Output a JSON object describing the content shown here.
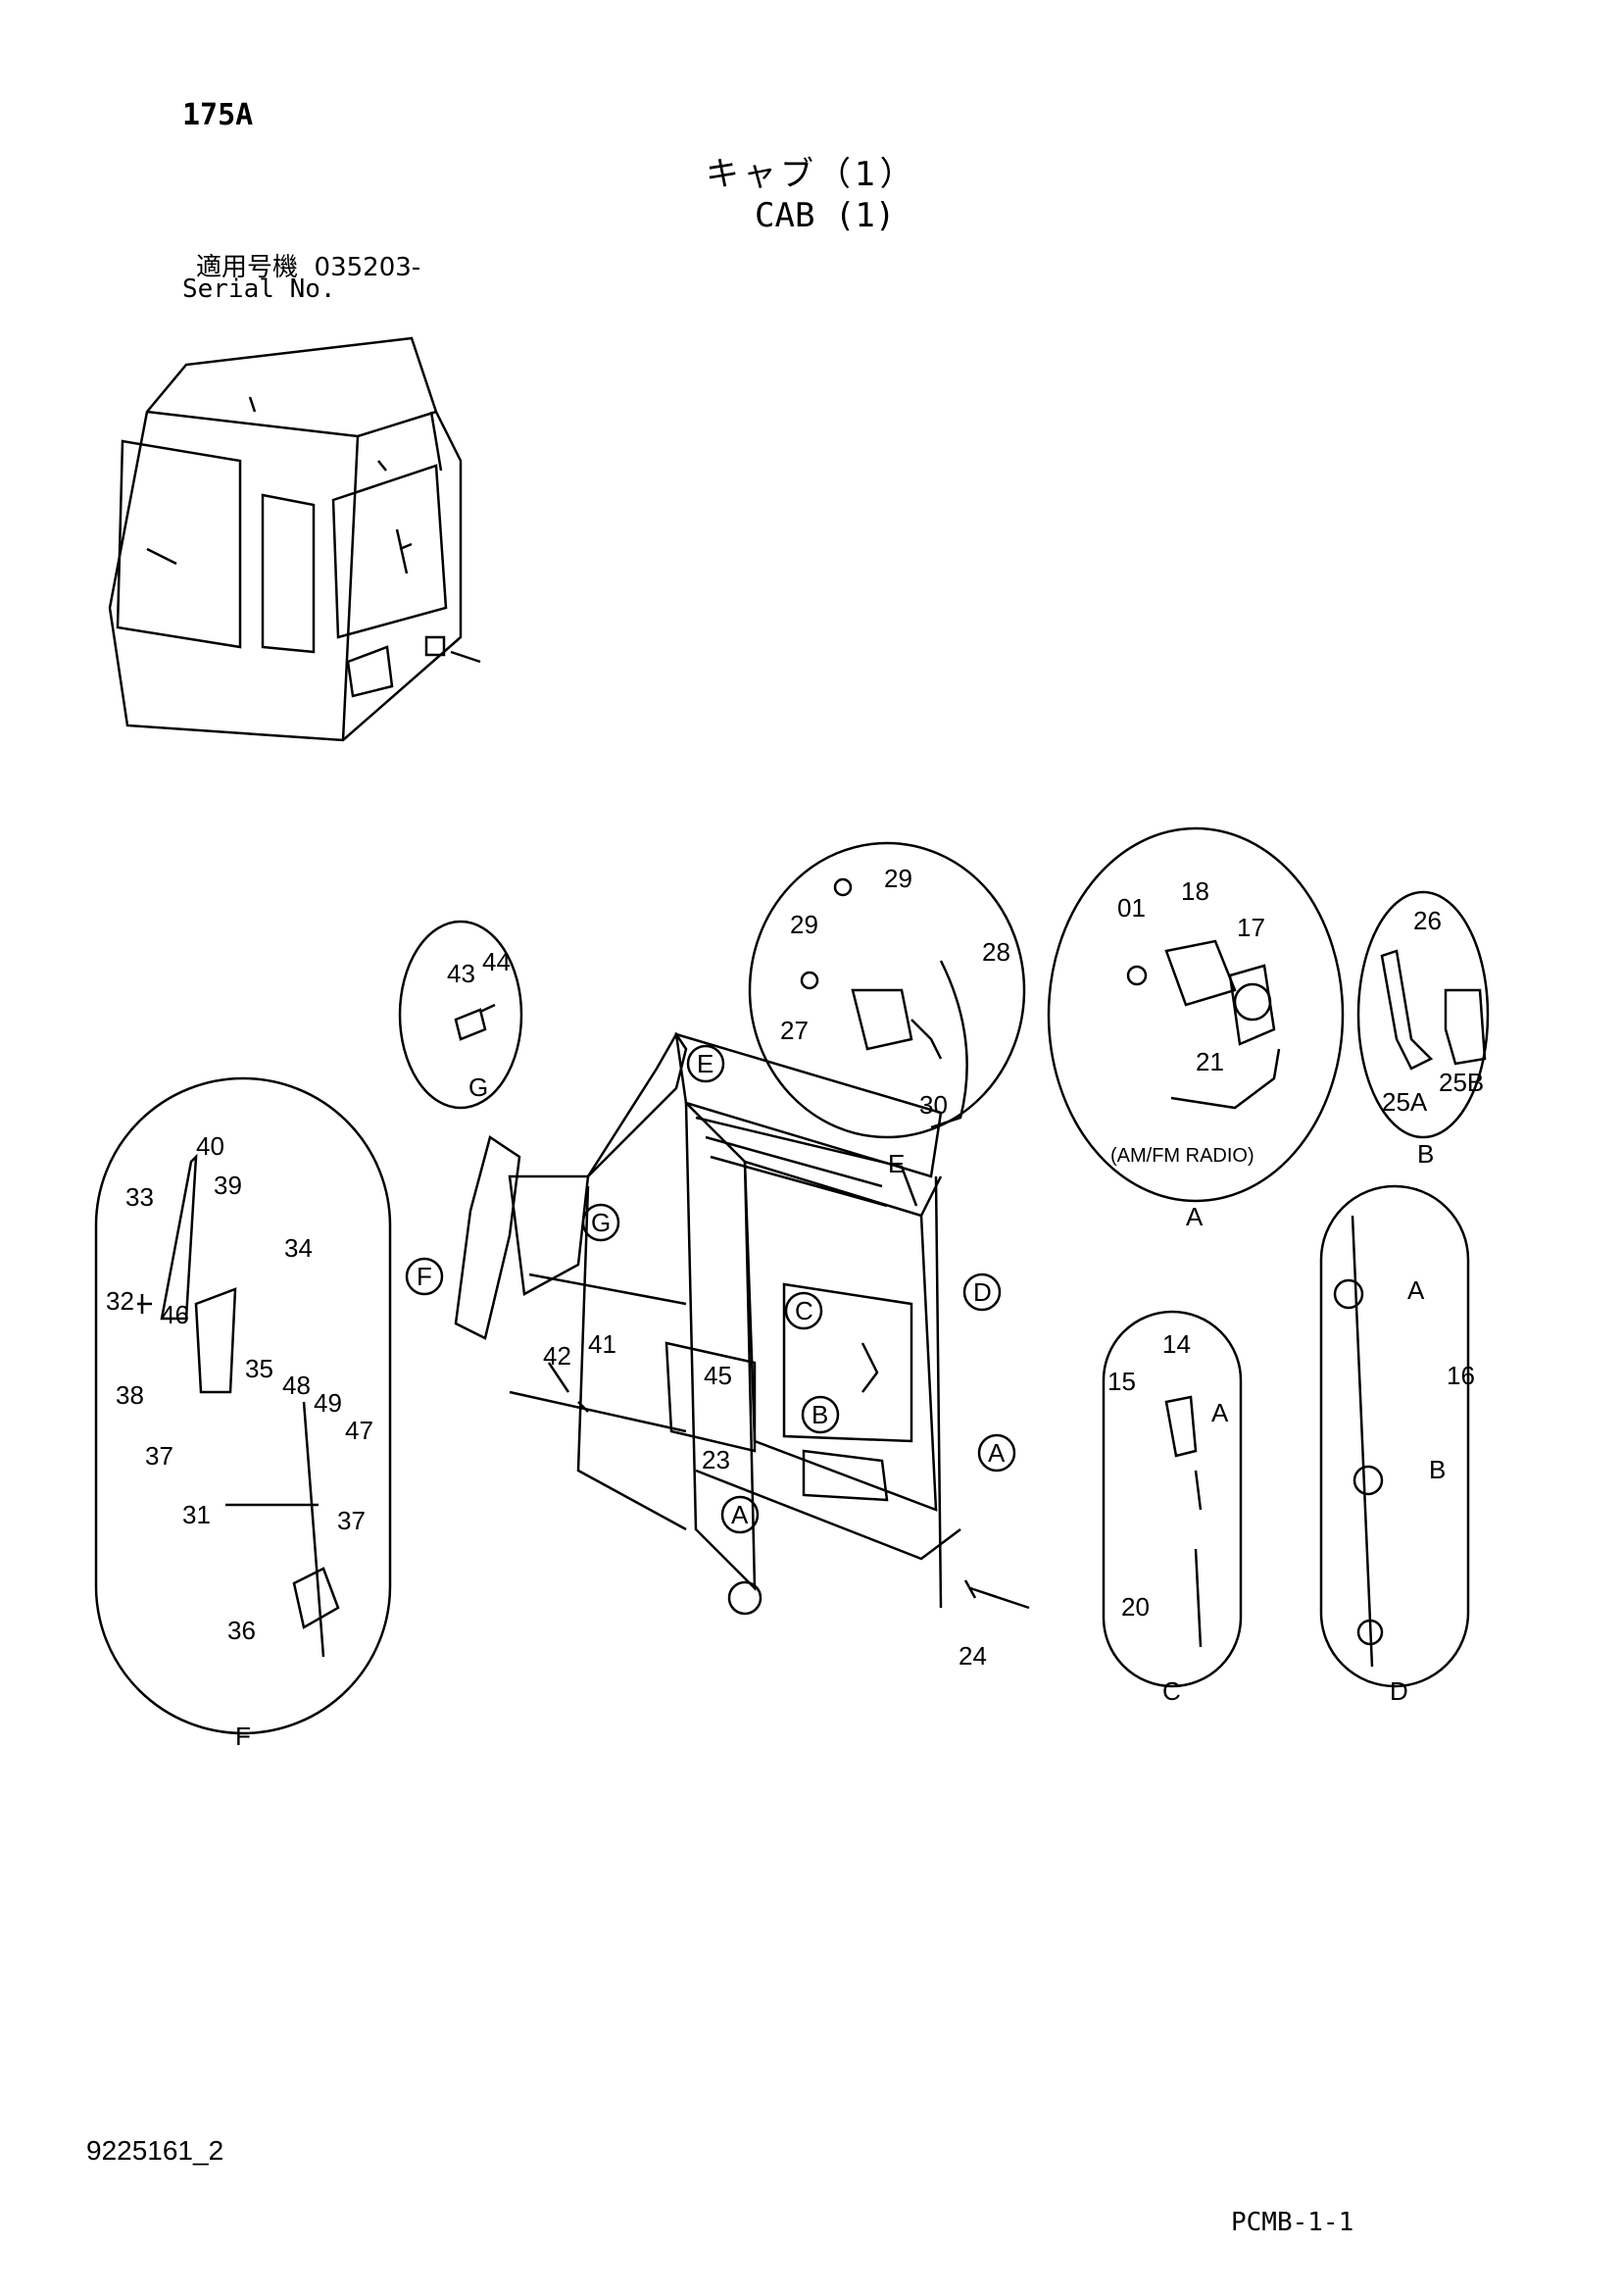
{
  "header": {
    "page_code": "175A",
    "title_jp": "キャブ（1）",
    "title_en": "CAB (1)",
    "serial_label_jp": "適用号機",
    "serial_value": "035203-",
    "serial_label_en": "Serial No."
  },
  "footer": {
    "doc_number": "9225161_2",
    "page_ref": "PCMB-1-1"
  },
  "detail_labels": {
    "A": "A",
    "B": "B",
    "C": "C",
    "D": "D",
    "E": "E",
    "F": "F",
    "G": "G"
  },
  "radio_note": "(AM/FM RADIO)",
  "callouts": {
    "main": [
      "23",
      "24",
      "41",
      "42",
      "45"
    ],
    "detail_g": [
      "43",
      "44"
    ],
    "detail_e": [
      "29",
      "29",
      "27",
      "28",
      "30"
    ],
    "detail_a": [
      "01",
      "18",
      "17",
      "21"
    ],
    "detail_b": [
      "26",
      "25A",
      "25B"
    ],
    "detail_f": [
      "40",
      "39",
      "33",
      "34",
      "32",
      "46",
      "35",
      "38",
      "48",
      "49",
      "37",
      "47",
      "31",
      "37",
      "36"
    ],
    "detail_c": [
      "14",
      "15",
      "A",
      "20"
    ],
    "detail_d": [
      "A",
      "16",
      "B"
    ]
  },
  "main_markers": [
    "E",
    "G",
    "F",
    "C",
    "D",
    "B",
    "A",
    "A"
  ]
}
